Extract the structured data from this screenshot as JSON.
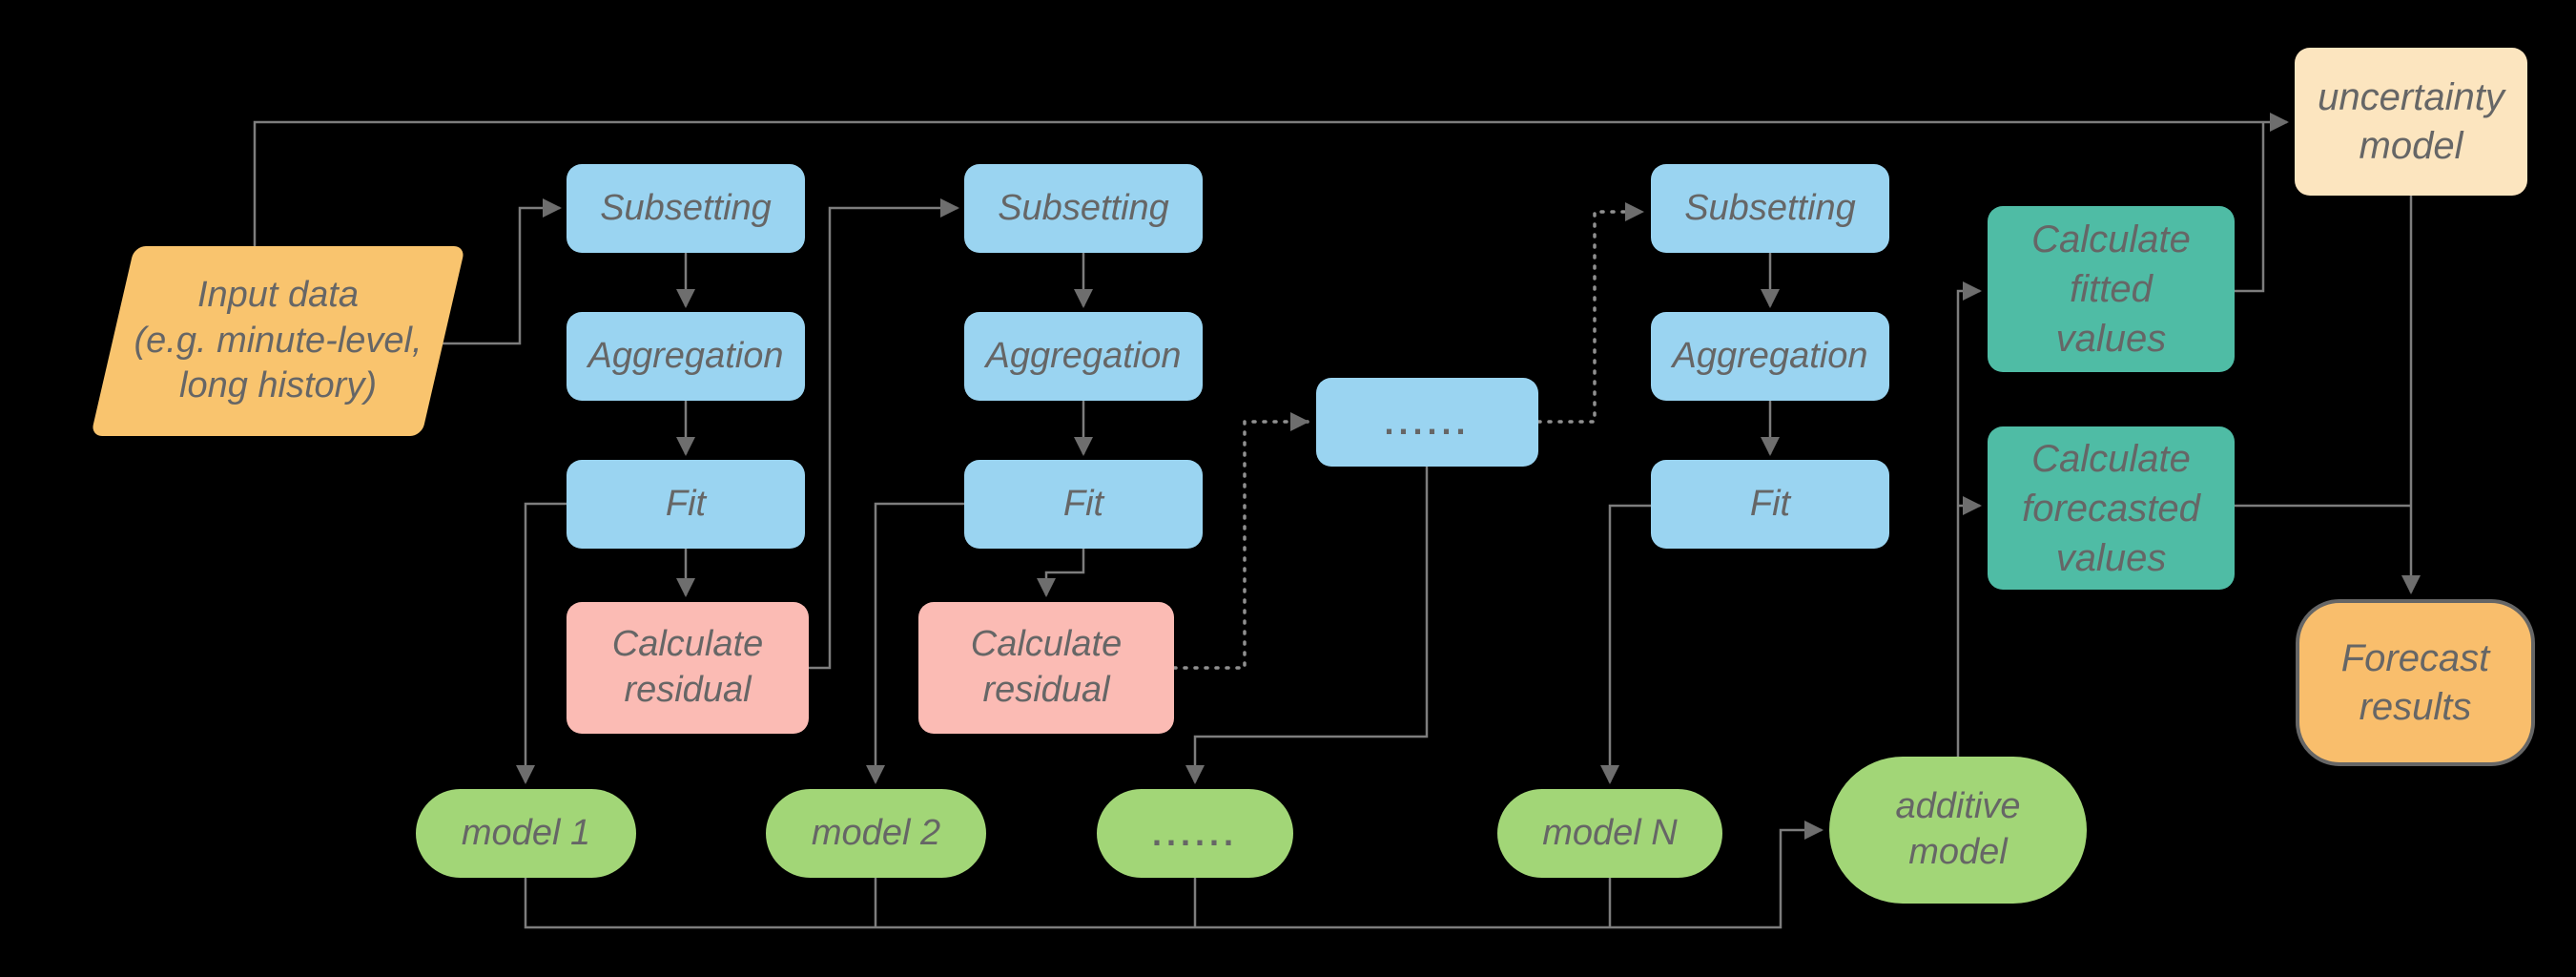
{
  "diagram": {
    "background": "#000000",
    "line_color": "#7d7d7d",
    "dotted_line_color": "#909090",
    "text_color": "#666666",
    "colors": {
      "process_blue": "#9AD4F1",
      "residual_pink": "#FBBBB4",
      "model_green": "#A2D677",
      "calc_teal": "#4FBCA5",
      "uncertainty_cream": "#FCE5BF",
      "input_orange": "#F9C46E",
      "result_orange": "#F9BE6C"
    },
    "nodes": {
      "input_data": {
        "label": "Input data\n(e.g. minute-level,\nlong history)"
      },
      "subsetting_1": {
        "label": "Subsetting"
      },
      "aggregation_1": {
        "label": "Aggregation"
      },
      "fit_1": {
        "label": "Fit"
      },
      "residual_1": {
        "label": "Calculate\nresidual"
      },
      "subsetting_2": {
        "label": "Subsetting"
      },
      "aggregation_2": {
        "label": "Aggregation"
      },
      "fit_2": {
        "label": "Fit"
      },
      "residual_2": {
        "label": "Calculate\nresidual"
      },
      "ellipsis_box": {
        "label": "......"
      },
      "subsetting_n": {
        "label": "Subsetting"
      },
      "aggregation_n": {
        "label": "Aggregation"
      },
      "fit_n": {
        "label": "Fit"
      },
      "fitted_values": {
        "label": "Calculate\nfitted\nvalues"
      },
      "forecasted_values": {
        "label": "Calculate\nforecasted\nvalues"
      },
      "uncertainty_model": {
        "label": "uncertainty\nmodel"
      },
      "forecast_results": {
        "label": "Forecast\nresults"
      },
      "model_1": {
        "label": "model 1"
      },
      "model_2": {
        "label": "model 2"
      },
      "ellipsis_pill": {
        "label": "......"
      },
      "model_n": {
        "label": "model N"
      },
      "additive_model": {
        "label": "additive\nmodel"
      }
    },
    "edges": [
      {
        "from": "input_data",
        "to": "uncertainty_model",
        "style": "solid"
      },
      {
        "from": "input_data",
        "to": "subsetting_1",
        "style": "solid"
      },
      {
        "from": "subsetting_1",
        "to": "aggregation_1",
        "style": "solid"
      },
      {
        "from": "aggregation_1",
        "to": "fit_1",
        "style": "solid"
      },
      {
        "from": "fit_1",
        "to": "residual_1",
        "style": "solid"
      },
      {
        "from": "fit_1",
        "to": "model_1",
        "style": "solid"
      },
      {
        "from": "residual_1",
        "to": "subsetting_2",
        "style": "solid"
      },
      {
        "from": "subsetting_2",
        "to": "aggregation_2",
        "style": "solid"
      },
      {
        "from": "aggregation_2",
        "to": "fit_2",
        "style": "solid"
      },
      {
        "from": "fit_2",
        "to": "residual_2",
        "style": "solid"
      },
      {
        "from": "fit_2",
        "to": "model_2",
        "style": "solid"
      },
      {
        "from": "residual_2",
        "to": "ellipsis_box",
        "style": "dotted"
      },
      {
        "from": "ellipsis_box",
        "to": "subsetting_n",
        "style": "dotted"
      },
      {
        "from": "ellipsis_box",
        "to": "ellipsis_pill",
        "style": "solid"
      },
      {
        "from": "subsetting_n",
        "to": "aggregation_n",
        "style": "solid"
      },
      {
        "from": "aggregation_n",
        "to": "fit_n",
        "style": "solid"
      },
      {
        "from": "fit_n",
        "to": "model_n",
        "style": "solid"
      },
      {
        "from": "model_1",
        "to": "additive_model",
        "style": "solid"
      },
      {
        "from": "model_2",
        "to": "additive_model",
        "style": "solid"
      },
      {
        "from": "ellipsis_pill",
        "to": "additive_model",
        "style": "solid"
      },
      {
        "from": "model_n",
        "to": "additive_model",
        "style": "solid"
      },
      {
        "from": "additive_model",
        "to": "fitted_values",
        "style": "solid"
      },
      {
        "from": "additive_model",
        "to": "forecasted_values",
        "style": "solid"
      },
      {
        "from": "fitted_values",
        "to": "uncertainty_model",
        "style": "solid"
      },
      {
        "from": "forecasted_values",
        "to": "forecast_results",
        "style": "solid"
      },
      {
        "from": "uncertainty_model",
        "to": "forecast_results",
        "style": "solid"
      }
    ]
  }
}
